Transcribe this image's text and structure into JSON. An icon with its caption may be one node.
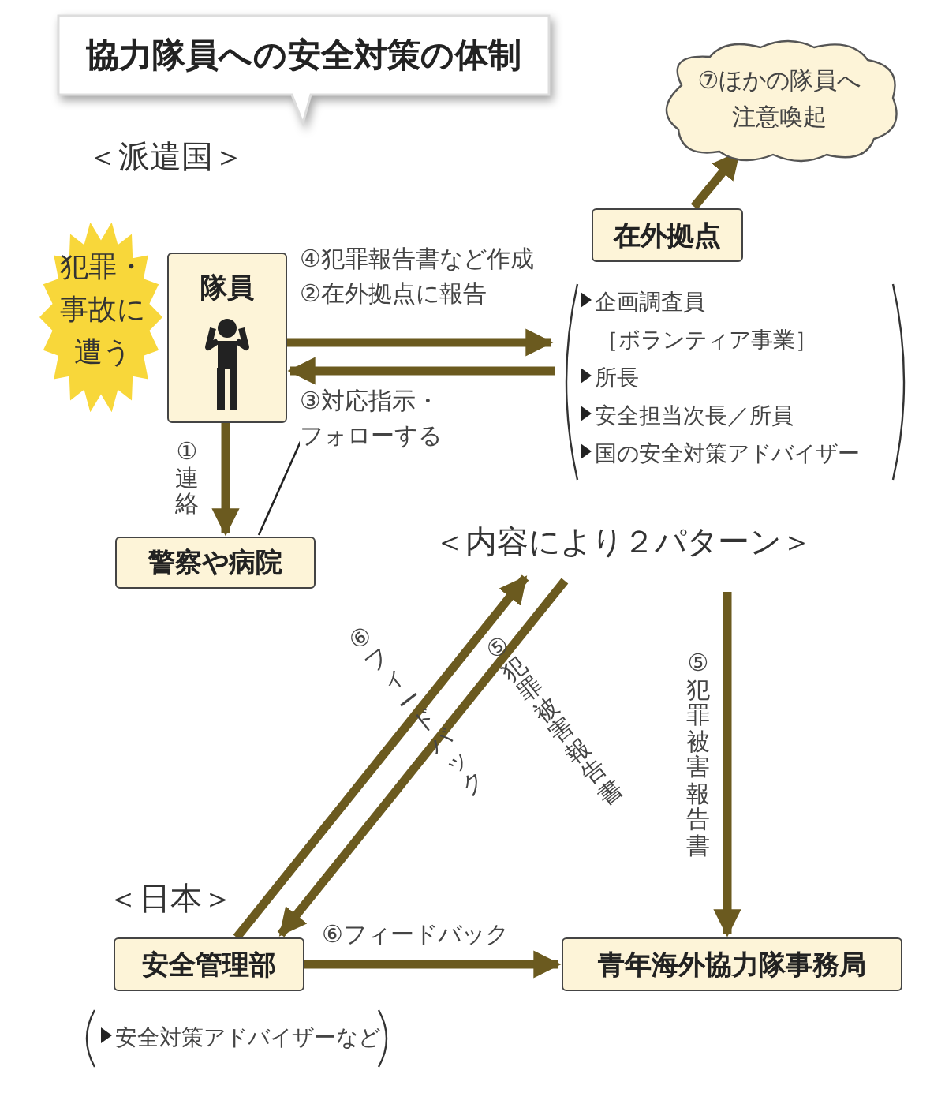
{
  "diagram": {
    "title": "協力隊員への安全対策の体制",
    "nodes": [
      {
        "text": [
          "犯罪・事故に遭う"
        ]
      },
      {
        "text": [
          "隊員"
        ]
      },
      {
        "text": [
          "在外拠点"
        ]
      },
      {
        "text": [
          "⑦ほかの隊員へ注意喚起"
        ]
      },
      {
        "text": [
          "企画調査員［ボランティア事業］",
          "所長",
          "安全担当次長／所員",
          "国の安全対策アドバイザー"
        ]
      },
      {
        "text": [
          "警察や病院"
        ]
      },
      {
        "text": [
          "＜内容により２パターン＞"
        ]
      },
      {
        "text": [
          "安全管理部"
        ],
        "beside": [
          "安全対策アドバイザーなど"
        ]
      },
      {
        "text": [
          "青年海外協力隊事務局"
        ]
      }
    ],
    "edges": [
      {
        "from": 2,
        "to": 3,
        "arrow": "to"
      },
      {
        "from": 1,
        "to": 4,
        "arrow": "to",
        "label": "④犯罪報告書など作成②在外拠点に報告"
      },
      {
        "from": 4,
        "to": 1,
        "arrow": "to",
        "label": "③対応指示・フォローする"
      },
      {
        "from": 1,
        "to": 5,
        "arrow": "to",
        "label": "①連絡"
      },
      {
        "from": 7,
        "to": 6,
        "arrow": "to",
        "label": "⑥フィードバック"
      },
      {
        "from": 6,
        "to": 7,
        "arrow": "to",
        "label": "⑤犯罪被害報告書"
      },
      {
        "from": 6,
        "to": 8,
        "arrow": "to",
        "label": "⑤犯罪被害報告書"
      },
      {
        "from": 7,
        "to": 8,
        "arrow": "to",
        "label": "⑥フィードバック"
      },
      {
        "from": 5,
        "to": null,
        "arrow": "none",
        "color": "#222222"
      }
    ],
    "labels": [
      "＜派遣国＞",
      "＜日本＞"
    ]
  }
}
